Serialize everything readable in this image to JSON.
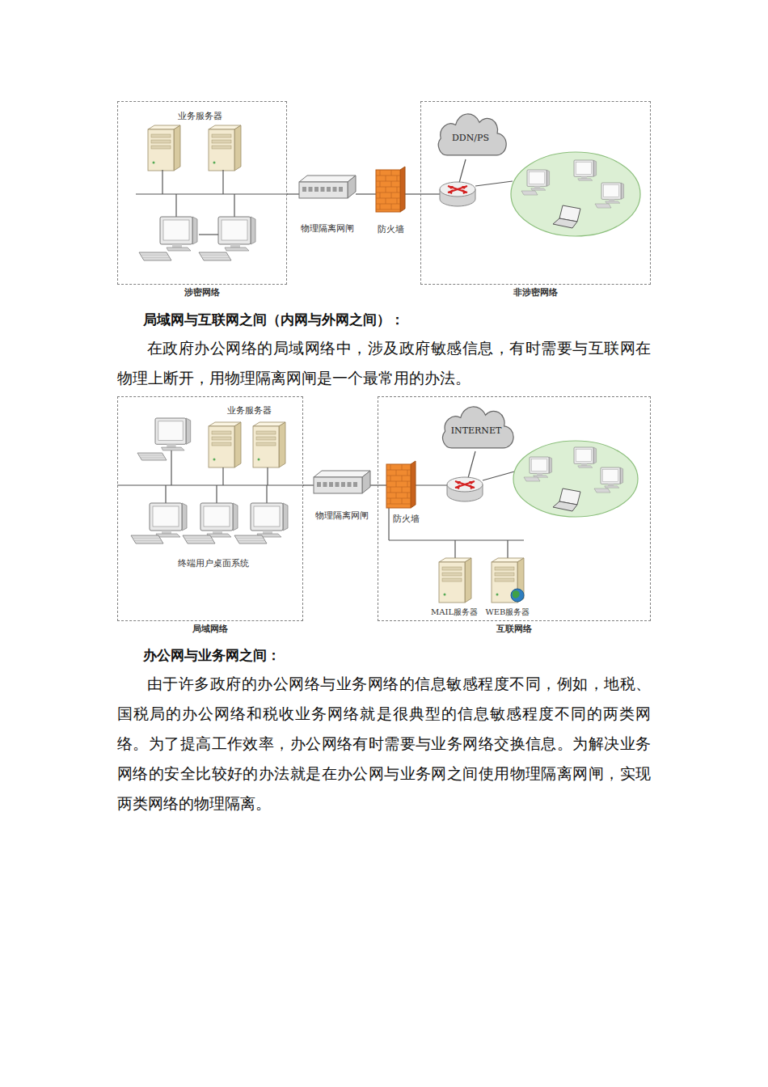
{
  "diagram": {
    "nodes": [
      {
        "text": [
          "涉密网络"
        ]
      },
      {
        "text": [
          "物理隔离网闸"
        ]
      },
      {
        "text": [
          "防火墙"
        ]
      },
      {
        "text": [
          "非涉密网络"
        ]
      },
      {
        "text": [
          "DDN/PS"
        ],
        "in": 3
      },
      {
        "text": [
          "局域网络"
        ]
      },
      {
        "text": [
          "物理隔离网闸"
        ]
      },
      {
        "text": [
          "互联网络"
        ]
      },
      {
        "text": [
          "防火墙"
        ],
        "in": 7
      },
      {
        "text": [
          "INTERNET"
        ],
        "in": 7
      }
    ],
    "edges": [
      {
        "from": 0,
        "to": 1,
        "arrow": "none"
      },
      {
        "from": 1,
        "to": 2,
        "arrow": "none"
      },
      {
        "from": 2,
        "to": 3,
        "arrow": "none"
      },
      {
        "from": 5,
        "to": 6,
        "arrow": "none"
      },
      {
        "from": 6,
        "to": 8,
        "arrow": "none"
      }
    ],
    "labels": [
      "业务服务器",
      "局域网与互联网之间（内网与外网之间）：",
      "在政府办公网络的局域网络中，涉及政府敏感信息，有时需要与互联网在物理上断开，用物理隔离网闸是一个最常用的办法。",
      "业务服务器",
      "终端用户桌面系统",
      "MAIL服务器",
      "WEB服务器",
      "办公网与业务网之间：",
      "由于许多政府的办公网络与业务网络的信息敏感程度不同，例如，地税、国税局的办公网络和税收业务网络就是很典型的信息敏感程度不同的两类网络。为了提高工作效率，办公网络有时需要与业务网络交换信息。为解决业务网络的安全比较好的办法就是在办公网与业务网之间使用物理隔离网闸，实现两类网络的物理隔离。"
    ]
  }
}
